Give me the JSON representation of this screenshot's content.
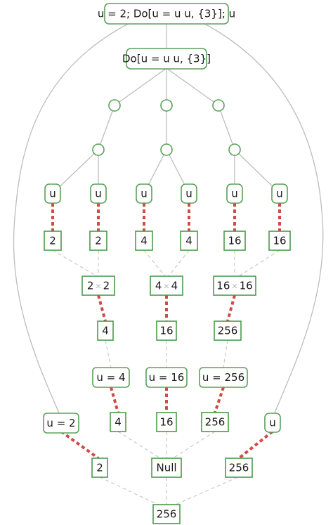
{
  "colors": {
    "rounded_node_stroke": "#5aa05a",
    "square_node_stroke": "#4a9a4a",
    "circle_node_stroke": "#5aa05a",
    "eval_edge": "#bdbdbd",
    "dashed_edge": "#c8c8c8",
    "red_edge": "#d24a45"
  },
  "nodes": {
    "root": {
      "text": "u = 2; Do[u = u u, {3}]; u"
    },
    "do": {
      "text": "Do[u = u u, {3}]"
    },
    "u1": {
      "text": "u"
    },
    "u2": {
      "text": "u"
    },
    "u3": {
      "text": "u"
    },
    "u4": {
      "text": "u"
    },
    "u5": {
      "text": "u"
    },
    "u6": {
      "text": "u"
    },
    "v1": {
      "text": "2"
    },
    "v2": {
      "text": "2"
    },
    "v3": {
      "text": "4"
    },
    "v4": {
      "text": "4"
    },
    "v5": {
      "text": "16"
    },
    "v6": {
      "text": "16"
    },
    "p1": {
      "a": "2",
      "b": "2"
    },
    "p2": {
      "a": "4",
      "b": "4"
    },
    "p3": {
      "a": "16",
      "b": "16"
    },
    "r1": {
      "text": "4"
    },
    "r2": {
      "text": "16"
    },
    "r3": {
      "text": "256"
    },
    "a1": {
      "text": "u = 4"
    },
    "a2": {
      "text": "u = 16"
    },
    "a3": {
      "text": "u = 256"
    },
    "b1": {
      "text": "4"
    },
    "b2": {
      "text": "16"
    },
    "b3": {
      "text": "256"
    },
    "set2": {
      "text": "u = 2"
    },
    "uf": {
      "text": "u"
    },
    "two": {
      "text": "2"
    },
    "null": {
      "text": "Null"
    },
    "ufv": {
      "text": "256"
    },
    "final": {
      "text": "256"
    }
  }
}
